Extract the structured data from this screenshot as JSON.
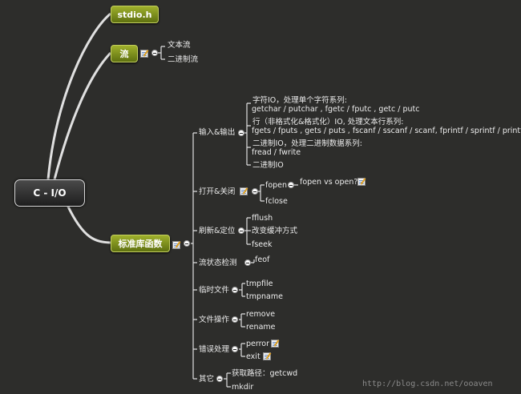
{
  "root": {
    "label": "C - I/O"
  },
  "stdio": {
    "label": "stdio.h"
  },
  "stream": {
    "label": "流",
    "children": [
      "文本流",
      "二进制流"
    ]
  },
  "std": {
    "label": "标准库函数"
  },
  "io": {
    "label": "输入&输出",
    "char_title": "字符IO，处理单个字符系列:",
    "char_funcs": "getchar / putchar , fgetc / fputc , getc / putc",
    "line_title": "行（非格式化&格式化）IO, 处理文本行系列:",
    "line_funcs": "fgets / fputs , gets / puts ,  fscanf  / sscanf / scanf, fprintf  / sprintf / printf",
    "bin_title": "二进制IO，处理二进制数据系列:",
    "bin_funcs": "fread / fwrite",
    "bin_io": "二进制IO"
  },
  "openclose": {
    "label": "打开&关闭",
    "fopen": "fopen",
    "fopen_note": "fopen vs open?",
    "fclose": "fclose"
  },
  "flush": {
    "label": "刷新&定位",
    "children": [
      "fflush",
      "改变缓冲方式",
      "fseek"
    ]
  },
  "state": {
    "label": "流状态检测",
    "children": [
      "feof"
    ]
  },
  "temp": {
    "label": "临时文件",
    "children": [
      "tmpfile",
      "tmpname"
    ]
  },
  "fileops": {
    "label": "文件操作",
    "children": [
      "remove",
      "rename"
    ]
  },
  "err": {
    "label": "错误处理",
    "children": [
      "perror",
      "exit"
    ]
  },
  "misc": {
    "label": "其它",
    "children": [
      "获取路径：getcwd",
      "mkdir"
    ]
  },
  "watermark": "http://blog.csdn.net/ooaven",
  "colors": {
    "background": "#2d2d2b",
    "node_green": "#7f9020",
    "line": "#e6e6e6"
  }
}
